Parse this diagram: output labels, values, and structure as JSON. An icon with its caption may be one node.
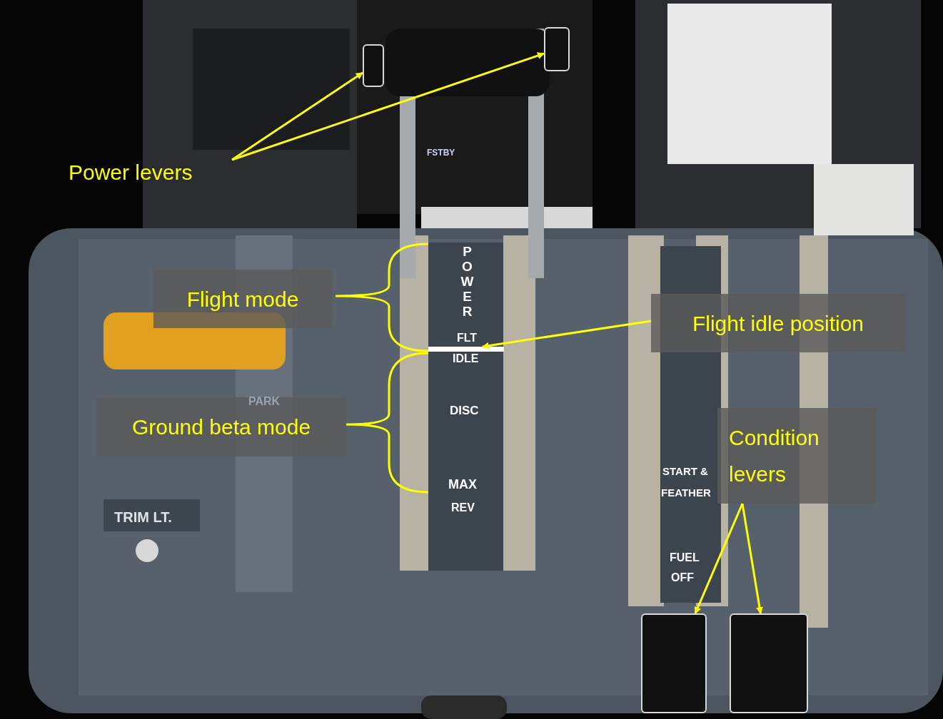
{
  "diagram": {
    "nodes": [
      {
        "text": [
          "Power levers"
        ]
      },
      {
        "text": [],
        "shape": "bar"
      },
      {
        "text": [],
        "shape": "bar"
      },
      {
        "text": [
          "Flight mode"
        ]
      },
      {
        "text": [
          "Flight idle position"
        ]
      },
      {
        "text": [],
        "shape": "line"
      },
      {
        "text": [
          "Ground beta mode"
        ]
      },
      {
        "text": [
          "Condition levers"
        ]
      },
      {
        "text": [],
        "shape": "bar"
      },
      {
        "text": [],
        "shape": "bar"
      }
    ],
    "edges": [
      {
        "from": 0,
        "to": 1,
        "arrow": "to"
      },
      {
        "from": 0,
        "to": 2,
        "arrow": "to"
      },
      {
        "from": 4,
        "to": 5,
        "arrow": "to"
      },
      {
        "from": 7,
        "to": 8,
        "arrow": "to"
      },
      {
        "from": 7,
        "to": 9,
        "arrow": "to"
      }
    ],
    "labels": [
      "FSTBY",
      "POWER",
      "FLT",
      "IDLE",
      "DISC",
      "MAX",
      "REV",
      "PARK",
      "TRIM LT.",
      "START &",
      "FEATHER",
      "FUEL",
      "OFF"
    ]
  }
}
